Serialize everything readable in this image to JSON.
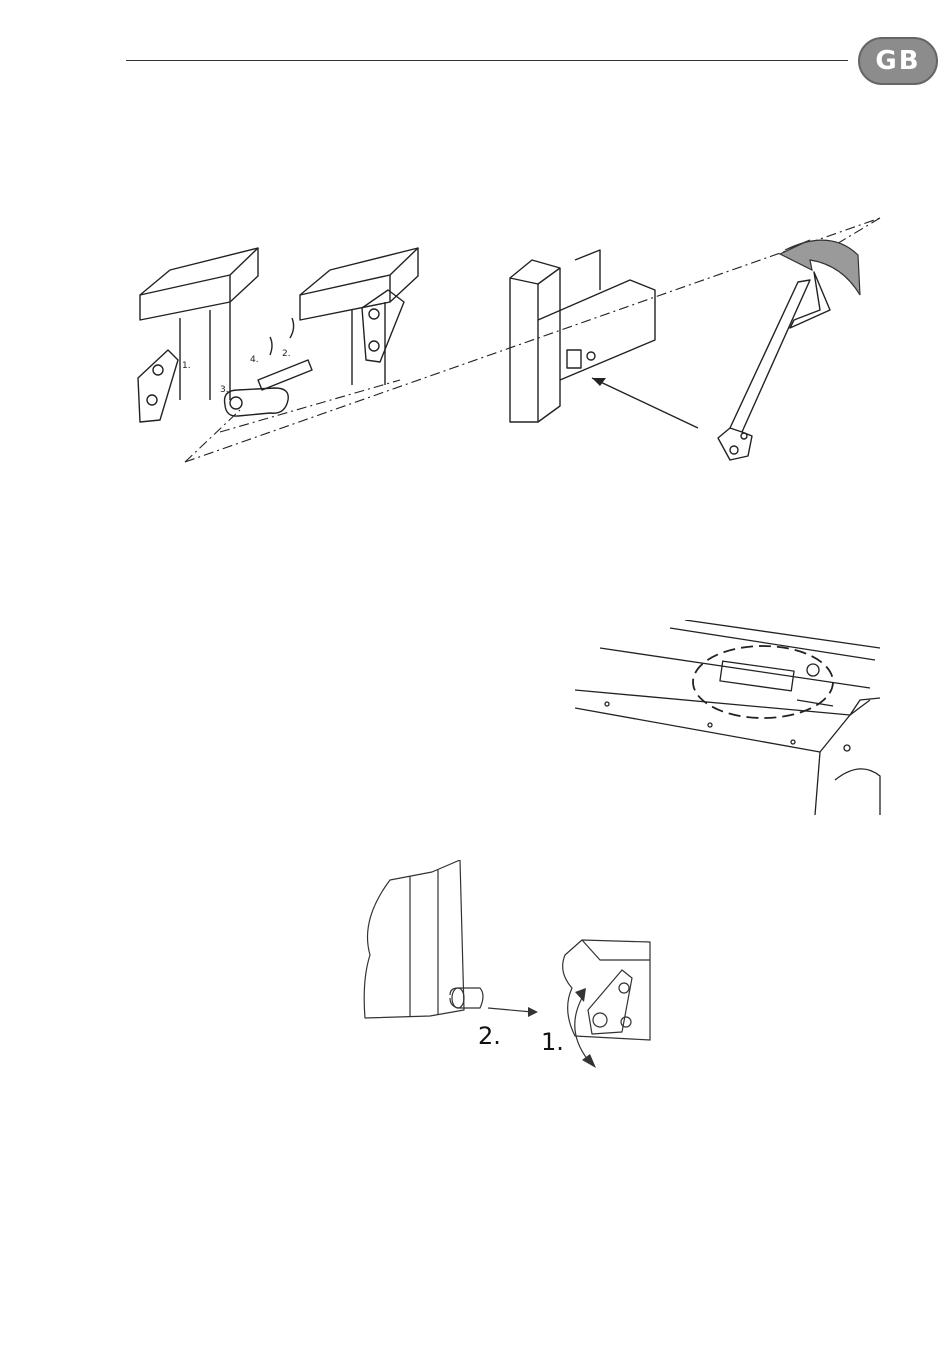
{
  "header": {
    "region_code": "GB"
  },
  "figure1": {
    "labels": [
      "1.",
      "2.",
      "3.",
      "4."
    ]
  },
  "figure3": {
    "labels": [
      "2.",
      "1."
    ]
  }
}
